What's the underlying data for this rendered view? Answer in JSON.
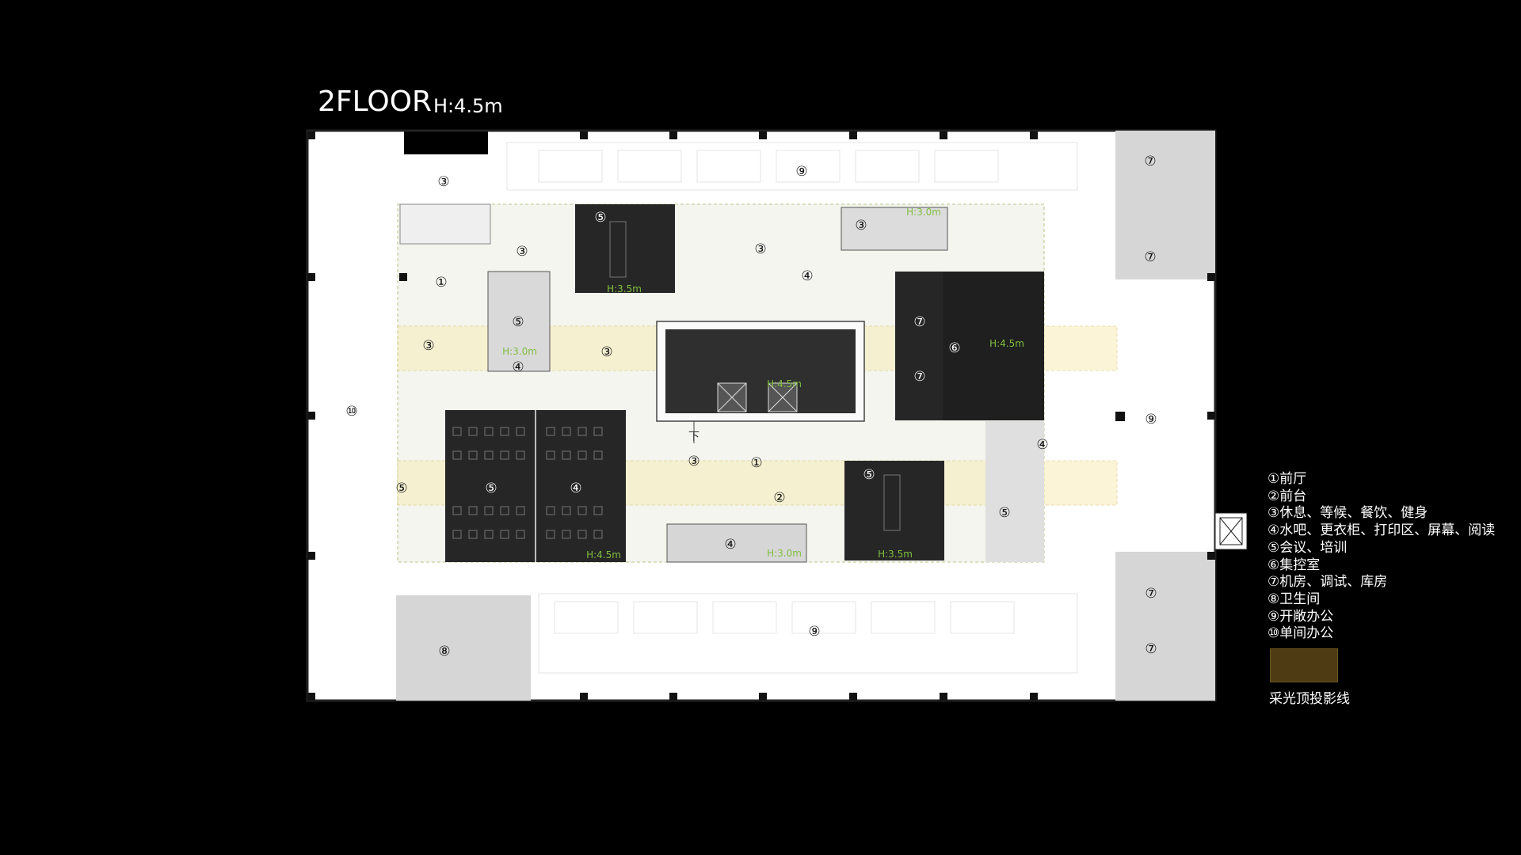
{
  "header": {
    "title": "2FLOOR",
    "subtitle": "H:4.5m"
  },
  "colors": {
    "background": "#000000",
    "floor": "#ffffff",
    "core": "#f3f5ee",
    "dark_room": "#262626",
    "grey_room": "#d9d9d9",
    "skylight": "#f8ecb8",
    "legend_swatch": "#4e3b13",
    "height_label": "#7fbf3f"
  },
  "room_markers": [
    {
      "n": "③"
    },
    {
      "n": "⑨"
    },
    {
      "n": "⑦"
    },
    {
      "n": "⑤"
    },
    {
      "n": "③"
    },
    {
      "n": "③"
    },
    {
      "n": "③"
    },
    {
      "n": "①"
    },
    {
      "n": "④"
    },
    {
      "n": "⑦"
    },
    {
      "n": "⑤"
    },
    {
      "n": "③"
    },
    {
      "n": "③"
    },
    {
      "n": "⑦"
    },
    {
      "n": "⑥"
    },
    {
      "n": "④"
    },
    {
      "n": "⑦"
    },
    {
      "n": "⑩"
    },
    {
      "n": "⑨"
    },
    {
      "n": "④"
    },
    {
      "n": "③"
    },
    {
      "n": "①"
    },
    {
      "n": "⑤"
    },
    {
      "n": "⑤"
    },
    {
      "n": "⑤"
    },
    {
      "n": "④"
    },
    {
      "n": "②"
    },
    {
      "n": "⑤"
    },
    {
      "n": "④"
    },
    {
      "n": "⑦"
    },
    {
      "n": "⑦"
    },
    {
      "n": "⑧"
    },
    {
      "n": "⑨"
    }
  ],
  "height_labels": [
    "H:3.0m",
    "H:3.5m",
    "H:3.0m",
    "H:4.5m",
    "H:4.5m",
    "H:4.5m",
    "H:3.0m",
    "H:3.5m"
  ],
  "stair_label": "下",
  "legend": {
    "items": [
      "①前厅",
      "②前台",
      "③休息、等候、餐饮、健身",
      "④水吧、更衣柜、打印区、屏幕、阅读",
      "⑤会议、培训",
      "⑥集控室",
      "⑦机房、调试、库房",
      "⑧卫生间",
      "⑨开敞办公",
      "⑩单间办公"
    ],
    "swatch_label": "采光顶投影线"
  }
}
